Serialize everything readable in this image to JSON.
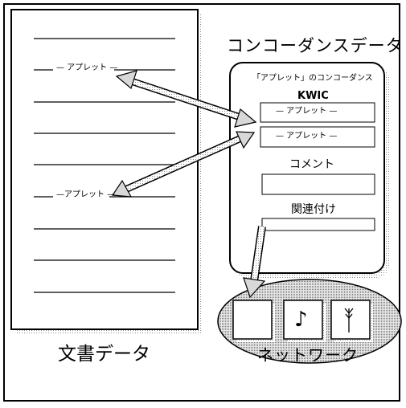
{
  "document": {
    "label": "文書データ",
    "keyword_line_1": "— アプレット —",
    "keyword_line_2": "—アプレット —"
  },
  "concordance": {
    "title": "コンコーダンスデータ",
    "subtitle": "「アプレット」のコンコーダンス",
    "kwic_label": "KWIC",
    "kwic_line_1": "— アプレット —",
    "kwic_line_2": "— アプレット —",
    "comment_label": "コメント",
    "link_label": "関連付け"
  },
  "network": {
    "label": "ネットワーク",
    "music_symbol": "♪",
    "icons": [
      "blank-card-icon",
      "music-note-icon",
      "plant-icon"
    ]
  }
}
